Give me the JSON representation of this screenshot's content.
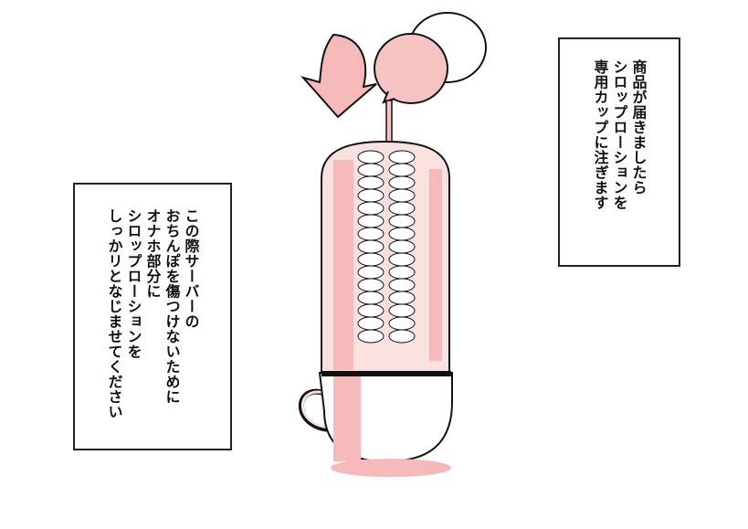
{
  "caption_right": {
    "lines": [
      "商品が届きましたら",
      "シロップローションを",
      "専用カップに注ぎます"
    ]
  },
  "caption_left": {
    "lines": [
      "この際サーバーの",
      "おちんぽを傷つけないために",
      "オナホ部分に",
      "シロップローションを",
      "しっかリとなじませてください"
    ]
  },
  "colors": {
    "pink": "#f7c4c4",
    "outline": "#111111"
  }
}
